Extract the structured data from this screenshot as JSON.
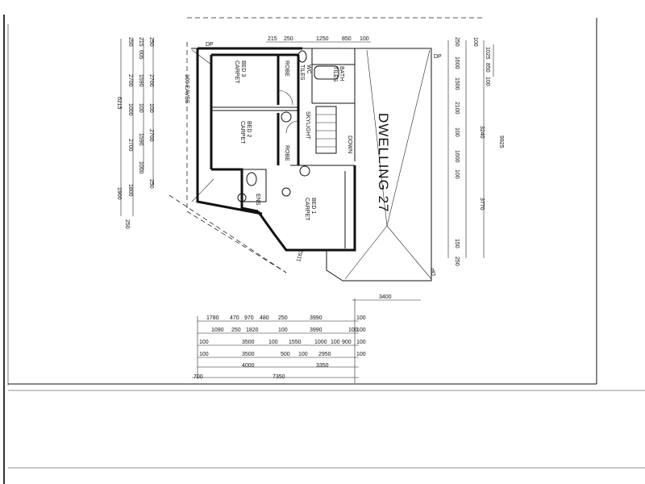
{
  "title": "DWELLING 27",
  "rooms": {
    "bed1": {
      "name": "BED 1",
      "finish": "CARPET"
    },
    "bed2": {
      "name": "BED 2",
      "finish": "CARPET"
    },
    "bed3": {
      "name": "BED 3",
      "finish": "CARPET"
    },
    "robe": "ROBE",
    "wc": "WC",
    "wc_finish": "TILES",
    "bath": "BATH",
    "bath_finish": "TILES",
    "ens": "ENS",
    "skylight": "SKYLIGHT",
    "stair": "DOWN"
  },
  "labels": {
    "eaves": "100 EAVES",
    "dp": "DP",
    "diag": "1162"
  },
  "dims": {
    "top": [
      "215",
      "250",
      "1250",
      "850",
      "100"
    ],
    "left_outer": [
      "6215",
      "1900",
      "250"
    ],
    "left_mid": [
      "250",
      "2700",
      "1000",
      "2700",
      "1800"
    ],
    "left_inner": [
      "215",
      "605",
      "1590",
      "100",
      "1590",
      "1000"
    ],
    "left_near": [
      "250",
      "2700",
      "100",
      "2700",
      "250"
    ],
    "right_outer": [
      "9925",
      "3240",
      "3770"
    ],
    "right_mid": [
      "250",
      "1600",
      "1500",
      "2100",
      "100",
      "1600",
      "100",
      "150",
      "250"
    ],
    "right_inner": [
      "100",
      "1025",
      "850",
      "100"
    ],
    "bottom_right": "3400",
    "row1": [
      "1780",
      "470",
      "970",
      "480",
      "250",
      "3990",
      "100"
    ],
    "row2": [
      "1090",
      "250",
      "1820",
      "100",
      "3990",
      "100",
      "100"
    ],
    "row3": [
      "100",
      "3500",
      "100",
      "1550",
      "1000",
      "100",
      "900",
      "100"
    ],
    "row4": [
      "100",
      "3500",
      "500",
      "100",
      "2950",
      "100"
    ],
    "row5": [
      "4000",
      "3350"
    ],
    "row6": [
      "700",
      "7350"
    ]
  }
}
